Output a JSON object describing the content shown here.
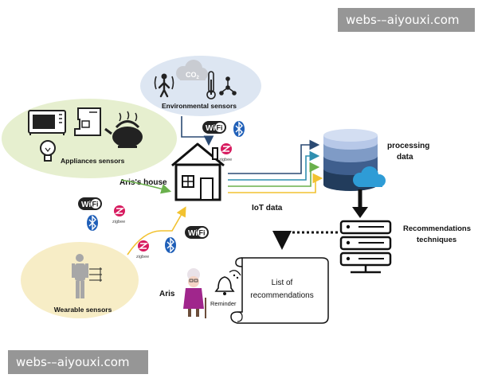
{
  "watermark_top": "webs-–aiyouxi.com",
  "watermark_bottom": "webs-–aiyouxi.com",
  "groups": {
    "environmental": "Environmental sensors",
    "appliances": "Appliances sensors",
    "wearable": "Wearable sensors"
  },
  "house_label": "Aris's house",
  "iot_label": "IoT data",
  "processing_label_1": "processing",
  "processing_label_2": "data",
  "recommend_label_1": "Recommendations",
  "recommend_label_2": "techniques",
  "aris_label": "Aris",
  "reminder_label": "Reminder",
  "list_line_1": "List of",
  "list_line_2": "recommendations",
  "co2_label": "CO",
  "co2_sub": "2",
  "wifi_text": "Wi",
  "wifi_text2": "Fi",
  "zigbee_text": "zigbee",
  "icons": [
    "microwave-icon",
    "coffee-machine-icon",
    "kettle-icon",
    "lightbulb-icon",
    "person-motion-icon",
    "thermometer-icon",
    "network-icon",
    "cloud-icon",
    "database-icon",
    "server-icon",
    "wifi-icon",
    "bluetooth-icon",
    "zigbee-icon",
    "elderly-woman-icon",
    "bell-icon",
    "scroll-icon",
    "body-sensor-icon"
  ],
  "colors": {
    "env_bubble": "#dde6f2",
    "appliance_bubble": "#e6efcf",
    "wearable_bubble": "#f7edc6",
    "db_top": "#b7c8e8",
    "db_mid": "#7f9bc6",
    "db_low": "#3f5f8e",
    "db_base": "#223c5c",
    "cloud": "#2e9cd6",
    "arrow_navy": "#2b4a73",
    "arrow_green": "#6ab04c",
    "arrow_yellow": "#f2c230",
    "arrow_teal": "#2f8fb0",
    "bluetooth": "#1f5fb8"
  }
}
